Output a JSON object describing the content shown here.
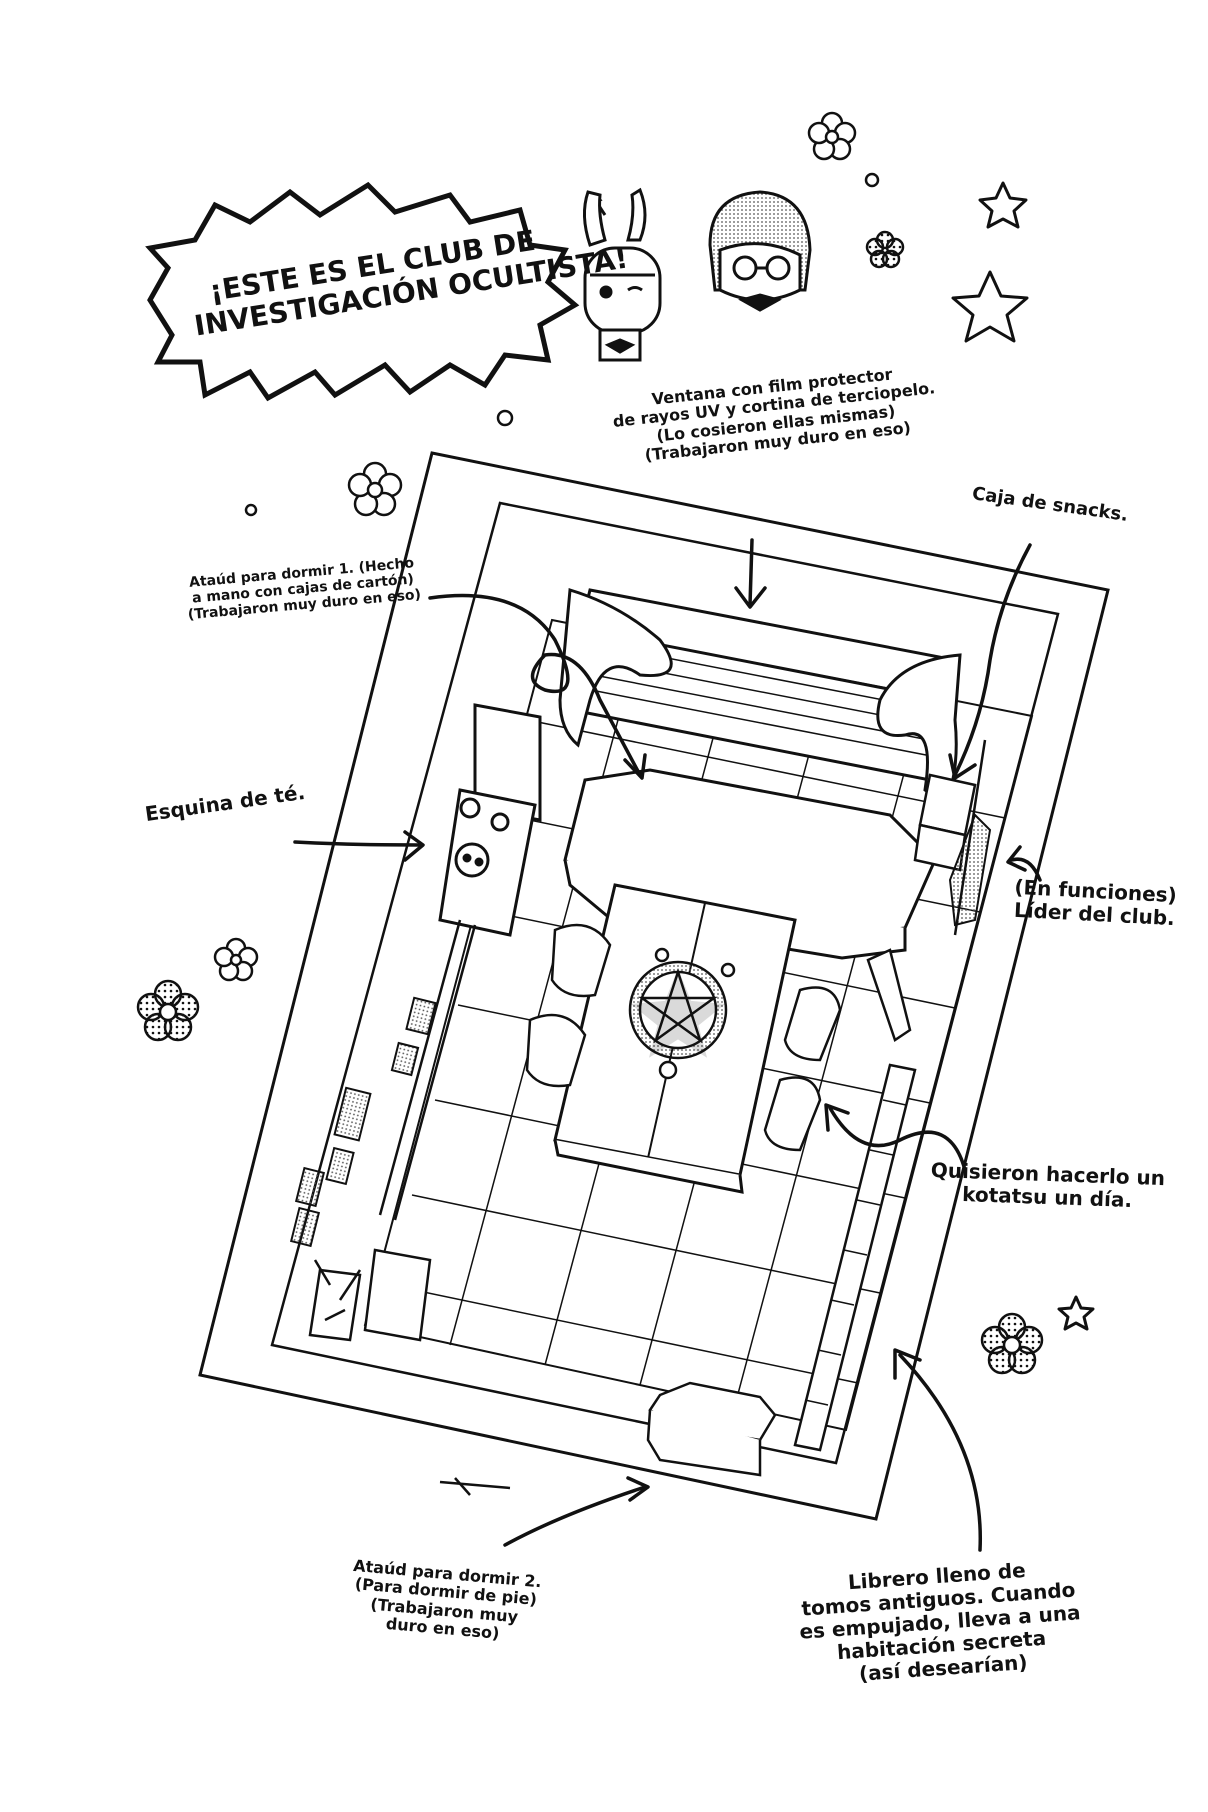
{
  "page": {
    "title_line1": "¡ESTE ES EL CLUB DE",
    "title_line2": "INVESTIGACIÓN OCULTISTA!"
  },
  "annotations": {
    "window": [
      "Ventana con film protector",
      "de rayos UV y cortina de terciopelo.",
      "(Lo cosieron ellas mismas)",
      "(Trabajaron muy duro en eso)"
    ],
    "snacks": "Caja de snacks.",
    "coffin1": [
      "Ataúd para dormir 1. (Hecho",
      "a mano con cajas de cartón)",
      "(Trabajaron muy duro en eso)"
    ],
    "tea": "Esquina de té.",
    "leader": [
      "(En funciones)",
      "Líder del club."
    ],
    "kotatsu": [
      "Quisieron hacerlo un",
      "kotatsu un día."
    ],
    "coffin2": [
      "Ataúd para dormir 2.",
      "(Para dormir de pie)",
      "(Trabajaron muy",
      "duro en eso)"
    ],
    "bookshelf": [
      "Librero lleno de",
      "tomos antiguos. Cuando",
      "es empujado, lleva a una",
      "habitación secreta",
      "(así desearían)"
    ]
  },
  "colors": {
    "ink": "#111111",
    "paper": "#ffffff",
    "screentone": "#555555"
  },
  "icons": [
    "flower-icon",
    "star-icon",
    "pentagram-icon",
    "bunny-girl-chibi",
    "glasses-girl-chibi"
  ]
}
